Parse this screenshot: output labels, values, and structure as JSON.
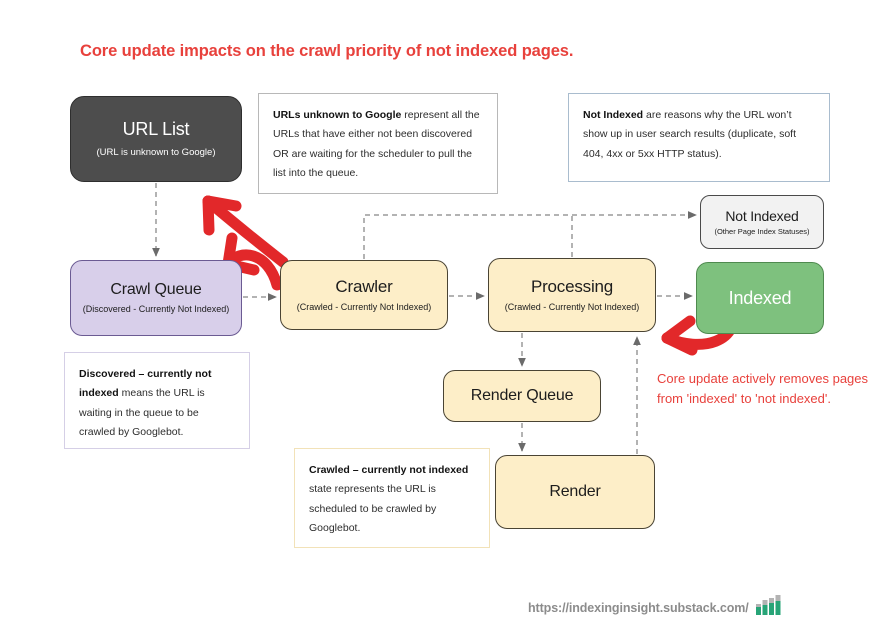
{
  "title": "Core update impacts on the crawl priority of not indexed pages.",
  "colors": {
    "accent_red": "#e8413c",
    "url_list_bg": "#4d4d4d",
    "crawl_queue_bg": "#d8cfea",
    "crawler_bg": "#fdeec8",
    "processing_bg": "#fdeec8",
    "indexed_bg": "#7ec17e",
    "not_indexed_bg": "#f2f2f2",
    "render_bg": "#fdeec8",
    "footer_text": "#8c8c8c",
    "logo_green": "#27a477",
    "logo_gray": "#b3b3b3"
  },
  "nodes": {
    "url_list": {
      "title": "URL List",
      "subtitle": "(URL is unknown to Google)"
    },
    "crawl_queue": {
      "title": "Crawl Queue",
      "subtitle": "(Discovered - Currently Not Indexed)"
    },
    "crawler": {
      "title": "Crawler",
      "subtitle": "(Crawled - Currently Not Indexed)"
    },
    "processing": {
      "title": "Processing",
      "subtitle": "(Crawled - Currently Not Indexed)"
    },
    "indexed": {
      "title": "Indexed",
      "subtitle": ""
    },
    "not_indexed": {
      "title": "Not Indexed",
      "subtitle": "(Other Page Index Statuses)"
    },
    "render_queue": {
      "title": "Render Queue",
      "subtitle": ""
    },
    "render": {
      "title": "Render",
      "subtitle": ""
    }
  },
  "notes": {
    "urls_unknown": {
      "bold": "URLs unknown to Google",
      "rest": " represent all the URLs that have either not been discovered OR are waiting for the scheduler to pull the list into the queue."
    },
    "not_indexed": {
      "bold": "Not Indexed",
      "rest": " are reasons why the URL won’t show up in user search results (duplicate, soft 404, 4xx or 5xx HTTP status)."
    },
    "discovered": {
      "bold": "Discovered – currently not indexed",
      "rest": " means the URL is waiting in the queue to be crawled by Googlebot."
    },
    "crawled": {
      "bold": "Crawled – currently not indexed",
      "rest": " state represents the URL is scheduled to be crawled by Googlebot."
    }
  },
  "annotation": {
    "red_note": "Core update actively removes pages from 'indexed' to 'not indexed'."
  },
  "footer": {
    "url": "https://indexinginsight.substack.com/",
    "logo_name": "bar-chart-logo"
  }
}
